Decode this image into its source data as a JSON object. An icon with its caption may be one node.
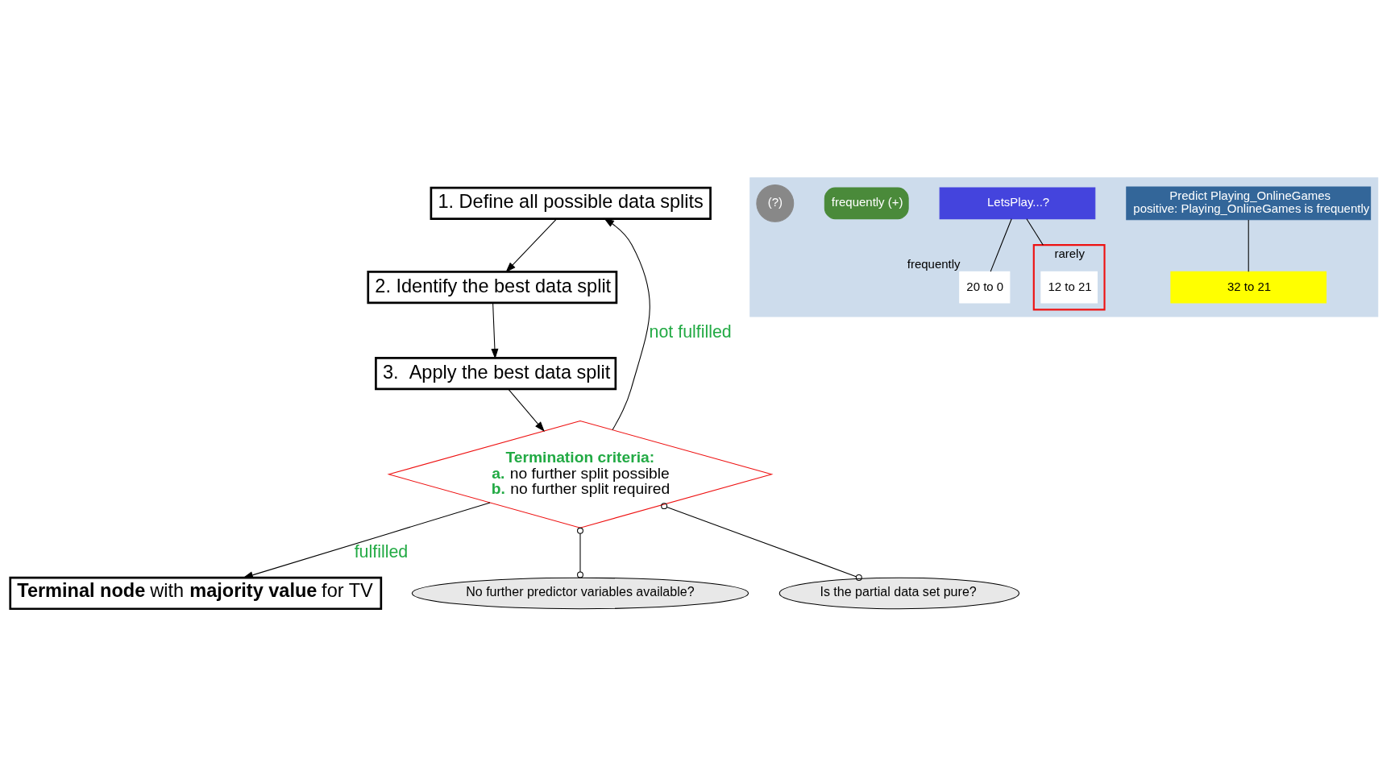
{
  "diagram": {
    "nodes": [
      {
        "text": [
          "1. Define all possible data splits"
        ]
      },
      {
        "text": [
          "2. Identify the best data split"
        ]
      },
      {
        "text": [
          "3.  Apply the best data split"
        ]
      },
      {
        "text": [
          "Termination criteria:",
          "**a.** no further split possible",
          "**b.** no further split required"
        ]
      },
      {
        "text": [
          "**Terminal node** with **majority value** for TV"
        ]
      },
      {
        "text": [
          "No further predictor variables available?"
        ]
      },
      {
        "text": [
          "Is the partial data set pure?"
        ]
      },
      {
        "text": [],
        "shape": "box"
      },
      {
        "text": [
          "Predict Playing_OnlineGames",
          "positive: Playing_OnlineGames is frequently"
        ],
        "in": 7
      },
      {
        "text": [
          "32 to 21"
        ],
        "in": 7
      },
      {
        "text": [
          "LetsPlay...?"
        ],
        "in": 7
      },
      {
        "text": [
          "20 to 0"
        ],
        "beside": [
          "frequently"
        ],
        "in": 7
      },
      {
        "text": [
          "rarely"
        ],
        "in": 7
      },
      {
        "text": [
          "12 to 21"
        ],
        "in": 12
      },
      {
        "text": [
          "frequently (+)"
        ],
        "in": 7
      },
      {
        "text": [
          "(?)"
        ],
        "in": 7
      }
    ],
    "edges": [
      {
        "from": 0,
        "to": 1,
        "arrow": "to"
      },
      {
        "from": 1,
        "to": 2,
        "arrow": "to"
      },
      {
        "from": 2,
        "to": 3,
        "arrow": "to"
      },
      {
        "from": 3,
        "to": 0,
        "arrow": "to",
        "label": "not fulfilled"
      },
      {
        "from": 3,
        "to": 4,
        "arrow": "to",
        "label": "fulfilled"
      },
      {
        "from": 3,
        "to": 5,
        "arrow": "other"
      },
      {
        "from": 3,
        "to": 6,
        "arrow": "other"
      },
      {
        "from": 8,
        "to": 9,
        "arrow": "none"
      },
      {
        "from": 10,
        "to": 11,
        "arrow": "none"
      },
      {
        "from": 10,
        "to": 12,
        "arrow": "none"
      }
    ]
  }
}
